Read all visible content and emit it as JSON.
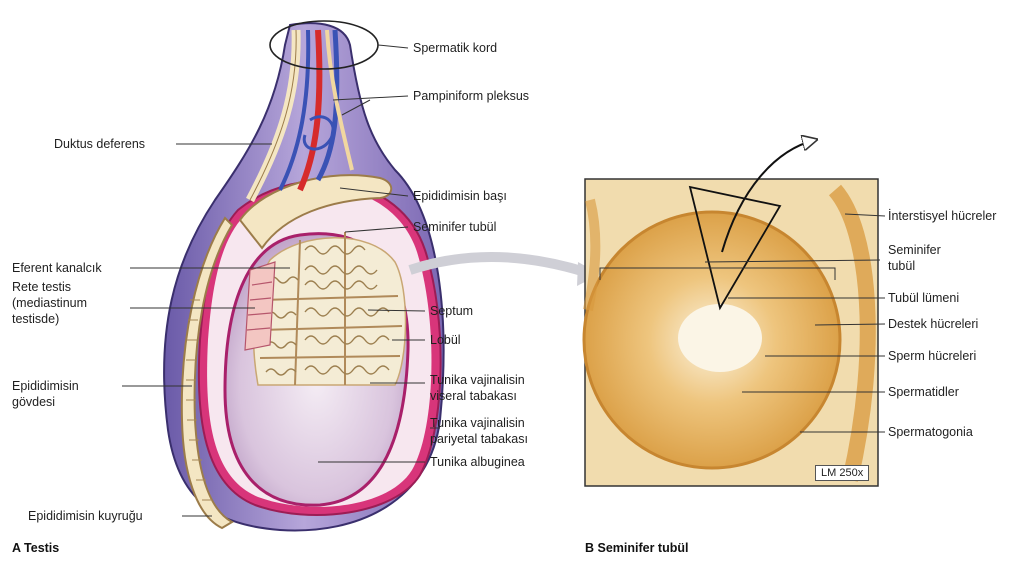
{
  "panel_a": {
    "caption": "A Testis",
    "labels": {
      "spermatic_cord": "Spermatik kord",
      "pampiniform": "Pampiniform pleksus",
      "ductus_deferens": "Duktus deferens",
      "epididymis_head": "Epididimisin başı",
      "seminiferous_tubule": "Seminifer tubül",
      "efferent_ductules": "Eferent kanalcık",
      "rete_testis": "Rete testis\n(mediastinum\ntestisde)",
      "septum": "Septum",
      "lobule": "Lobül",
      "epididymis_body": "Epididimisin\ngövdesi",
      "tv_visceral": "Tunika vajinalisin\nviseral tabakası",
      "tv_parietal": "Tunika vajinalisin\npariyetal tabakası",
      "tunica_albuginea": "Tunika albuginea",
      "epididymis_tail": "Epididimisin kuyruğu"
    }
  },
  "panel_b": {
    "caption": "B Seminifer tubül",
    "magnification": "LM 250x",
    "labels": {
      "interstitial": "İnterstisyel hücreler",
      "seminiferous_tubule": "Seminifer\ntubül",
      "lumen": "Tubül lümeni",
      "sertoli": "Destek hücreleri",
      "sperm": "Sperm hücreleri",
      "spermatids": "Spermatidler",
      "spermatogonia": "Spermatogonia"
    }
  }
}
